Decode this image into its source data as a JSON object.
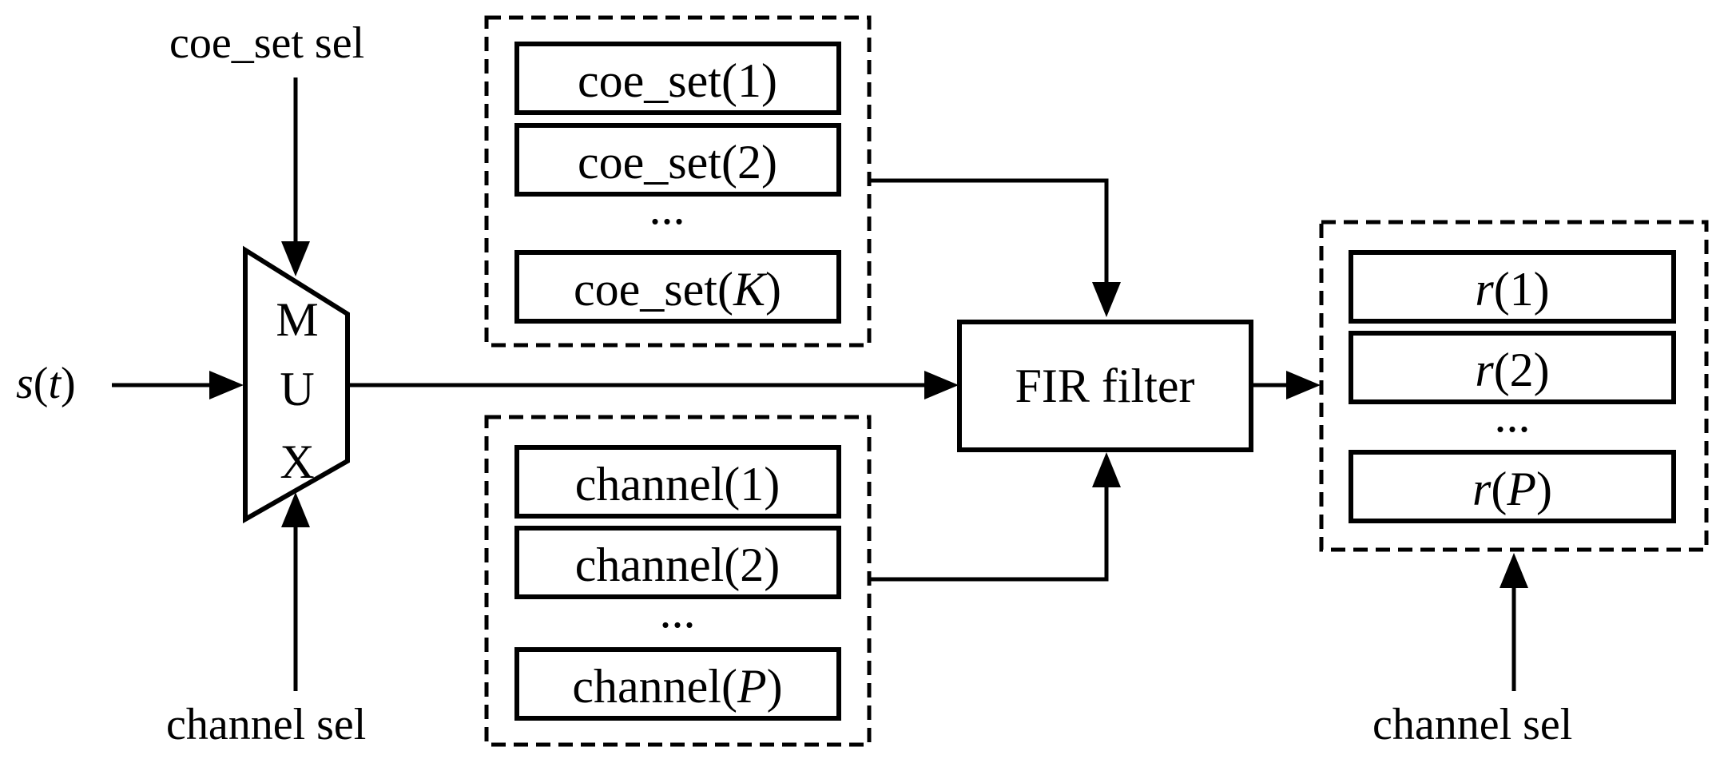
{
  "inputs": {
    "signal_fn": "s",
    "signal_arg": "t",
    "coe_set_sel": "coe_set sel",
    "channel_sel_left": "channel sel",
    "channel_sel_right": "channel sel"
  },
  "mux": {
    "letters": [
      "M",
      "U",
      "X"
    ]
  },
  "coe_sets": {
    "prefix": "coe_set(",
    "suffix": ")",
    "items": [
      "1",
      "2",
      "K"
    ],
    "ellipsis": "..."
  },
  "channels": {
    "prefix": "channel(",
    "suffix": ")",
    "items": [
      "1",
      "2",
      "P"
    ],
    "ellipsis": "..."
  },
  "fir": {
    "label": "FIR filter"
  },
  "outputs": {
    "fn": "r",
    "items": [
      "(1)",
      "(2)",
      "(P)"
    ],
    "arg_italic": "P",
    "ellipsis": "..."
  }
}
